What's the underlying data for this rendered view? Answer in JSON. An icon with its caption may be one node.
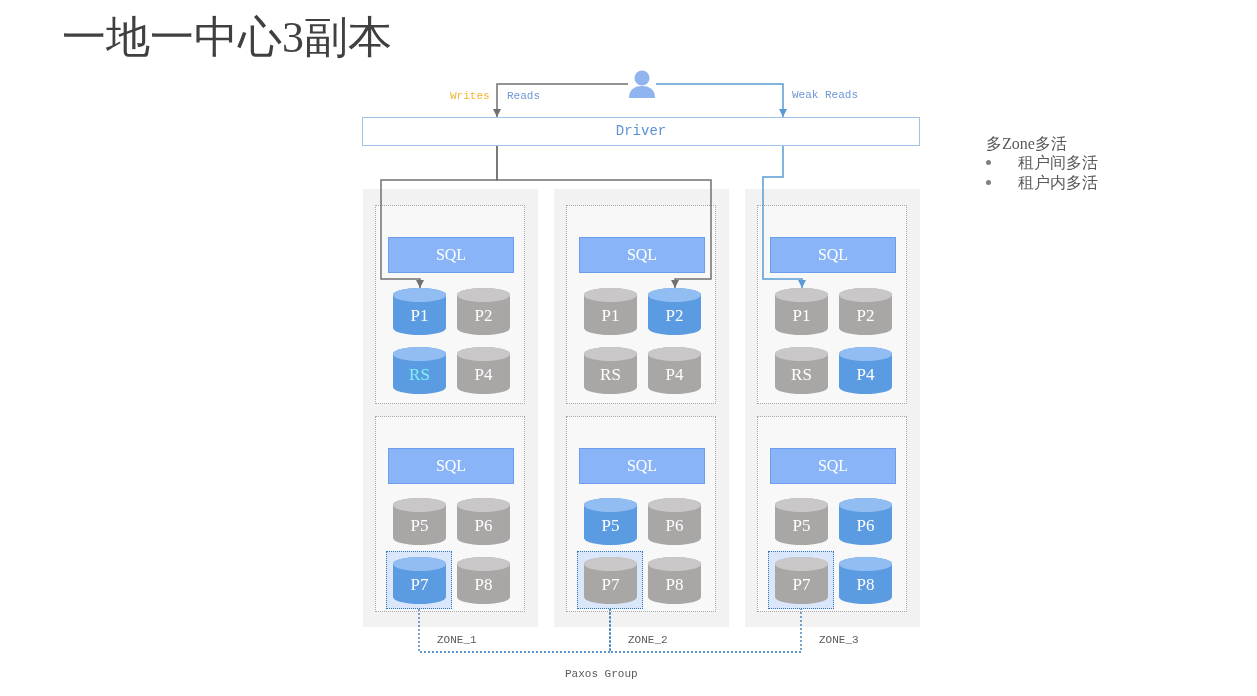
{
  "diagram": {
    "title": "一地一中心3副本",
    "nodes": [
      {
        "text": [],
        "shape": "person"
      },
      {
        "text": [
          "Driver"
        ]
      },
      {
        "text": [
          "ZONE_1"
        ]
      },
      {
        "text": [],
        "shape": "box",
        "in": 2
      },
      {
        "text": [
          "SQL"
        ],
        "in": 3
      },
      {
        "text": [
          "P1"
        ],
        "in": 3
      },
      {
        "text": [
          "P2"
        ],
        "in": 3
      },
      {
        "text": [
          "RS"
        ],
        "in": 3
      },
      {
        "text": [
          "P4"
        ],
        "in": 3
      },
      {
        "text": [],
        "shape": "box",
        "in": 2
      },
      {
        "text": [
          "SQL"
        ],
        "in": 9
      },
      {
        "text": [
          "P5"
        ],
        "in": 9
      },
      {
        "text": [
          "P6"
        ],
        "in": 9
      },
      {
        "text": [],
        "shape": "box",
        "in": 9
      },
      {
        "text": [
          "P7"
        ],
        "in": 13
      },
      {
        "text": [
          "P8"
        ],
        "in": 9
      },
      {
        "text": [
          "ZONE_2"
        ]
      },
      {
        "text": [],
        "shape": "box",
        "in": 16
      },
      {
        "text": [
          "SQL"
        ],
        "in": 17
      },
      {
        "text": [
          "P1"
        ],
        "in": 17
      },
      {
        "text": [
          "P2"
        ],
        "in": 17
      },
      {
        "text": [
          "RS"
        ],
        "in": 17
      },
      {
        "text": [
          "P4"
        ],
        "in": 17
      },
      {
        "text": [],
        "shape": "box",
        "in": 16
      },
      {
        "text": [
          "SQL"
        ],
        "in": 23
      },
      {
        "text": [
          "P5"
        ],
        "in": 23
      },
      {
        "text": [
          "P6"
        ],
        "in": 23
      },
      {
        "text": [],
        "shape": "box",
        "in": 23
      },
      {
        "text": [
          "P7"
        ],
        "in": 27
      },
      {
        "text": [
          "P8"
        ],
        "in": 23
      },
      {
        "text": [
          "ZONE_3"
        ]
      },
      {
        "text": [],
        "shape": "box",
        "in": 30
      },
      {
        "text": [
          "SQL"
        ],
        "in": 31
      },
      {
        "text": [
          "P1"
        ],
        "in": 31
      },
      {
        "text": [
          "P2"
        ],
        "in": 31
      },
      {
        "text": [
          "RS"
        ],
        "in": 31
      },
      {
        "text": [
          "P4"
        ],
        "in": 31
      },
      {
        "text": [],
        "shape": "box",
        "in": 30
      },
      {
        "text": [
          "SQL"
        ],
        "in": 37
      },
      {
        "text": [
          "P5"
        ],
        "in": 37
      },
      {
        "text": [
          "P6"
        ],
        "in": 37
      },
      {
        "text": [],
        "shape": "box",
        "in": 37
      },
      {
        "text": [
          "P7"
        ],
        "in": 41
      },
      {
        "text": [
          "P8"
        ],
        "in": 37
      }
    ],
    "edges": [
      {
        "from": 0,
        "to": 1,
        "arrow": "to"
      },
      {
        "from": 0,
        "to": 1,
        "arrow": "to",
        "color": "#5b9bd5"
      },
      {
        "from": 1,
        "to": 5,
        "arrow": "to"
      },
      {
        "from": 1,
        "to": 20,
        "arrow": "to"
      },
      {
        "from": 1,
        "to": 33,
        "arrow": "to",
        "color": "#5b9bd5"
      },
      {
        "from": 13,
        "to": 27,
        "arrow": "none",
        "style": "dashed",
        "color": "#2e75b6"
      },
      {
        "from": 27,
        "to": 41,
        "arrow": "none",
        "style": "dashed",
        "color": "#2e75b6"
      }
    ],
    "labels": [
      "Writes",
      "Reads",
      "Weak Reads",
      "多Zone多活",
      "租户间多活",
      "租户内多活",
      "Paxos Group"
    ]
  }
}
